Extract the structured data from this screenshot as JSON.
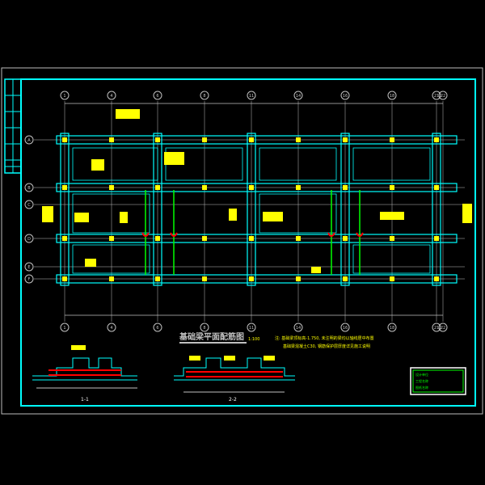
{
  "drawing": {
    "title": "基础梁平面配筋图",
    "scale": "1:100",
    "note_line1": "注: 基础梁顶标高-1.750, 未注明的梁均以轴线居中布置",
    "note_line2": "基础梁混凝土C30, 钢筋保护层厚度详见施工说明",
    "section_labels": [
      "1-1",
      "2-2"
    ],
    "axis_x": [
      "1",
      "4",
      "6",
      "8",
      "11",
      "14",
      "16",
      "18",
      "21",
      "22"
    ],
    "axis_y": [
      "A",
      "B",
      "C",
      "D",
      "E",
      "F"
    ],
    "title_block": [
      "设计单位",
      "工程名称",
      "图纸名称"
    ]
  },
  "colors": {
    "beam": "#00ffff",
    "column": "#ffff00",
    "rebar": "#ff0000",
    "grid": "#c0c0c0",
    "green": "#00ff00",
    "text": "#ffff00"
  }
}
